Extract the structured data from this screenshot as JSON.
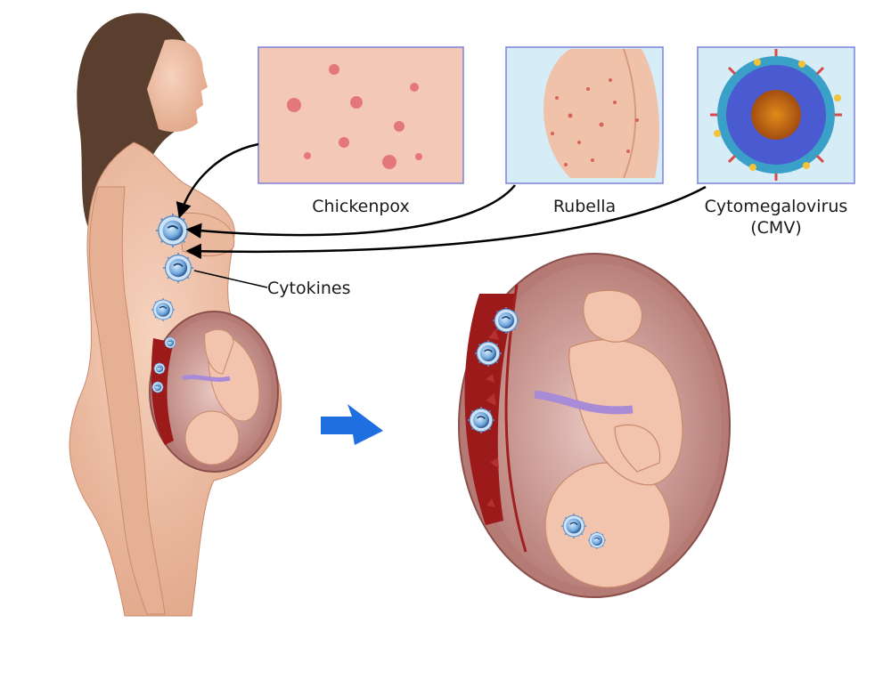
{
  "panels": [
    {
      "id": "chickenpox",
      "label": "Chickenpox"
    },
    {
      "id": "rubella",
      "label": "Rubella"
    },
    {
      "id": "cmv",
      "label": "Cytomegalovirus",
      "label2": "(CMV)"
    }
  ],
  "callout": {
    "label": "Cytokines"
  },
  "colors": {
    "skin": "#efc0a4",
    "skin_shadow": "#d99c80",
    "hair": "#5a3f2e",
    "panel_border": "#7b82d8",
    "placenta": "#9c1a1a",
    "uterus_wall": "#c98a83",
    "virus": "#6fa8dc",
    "cord": "#a78bd6",
    "arrow_blue": "#1f6fe0"
  },
  "icons": [
    "curved-pointer-arrow",
    "blue-right-arrow",
    "virus-particle"
  ]
}
